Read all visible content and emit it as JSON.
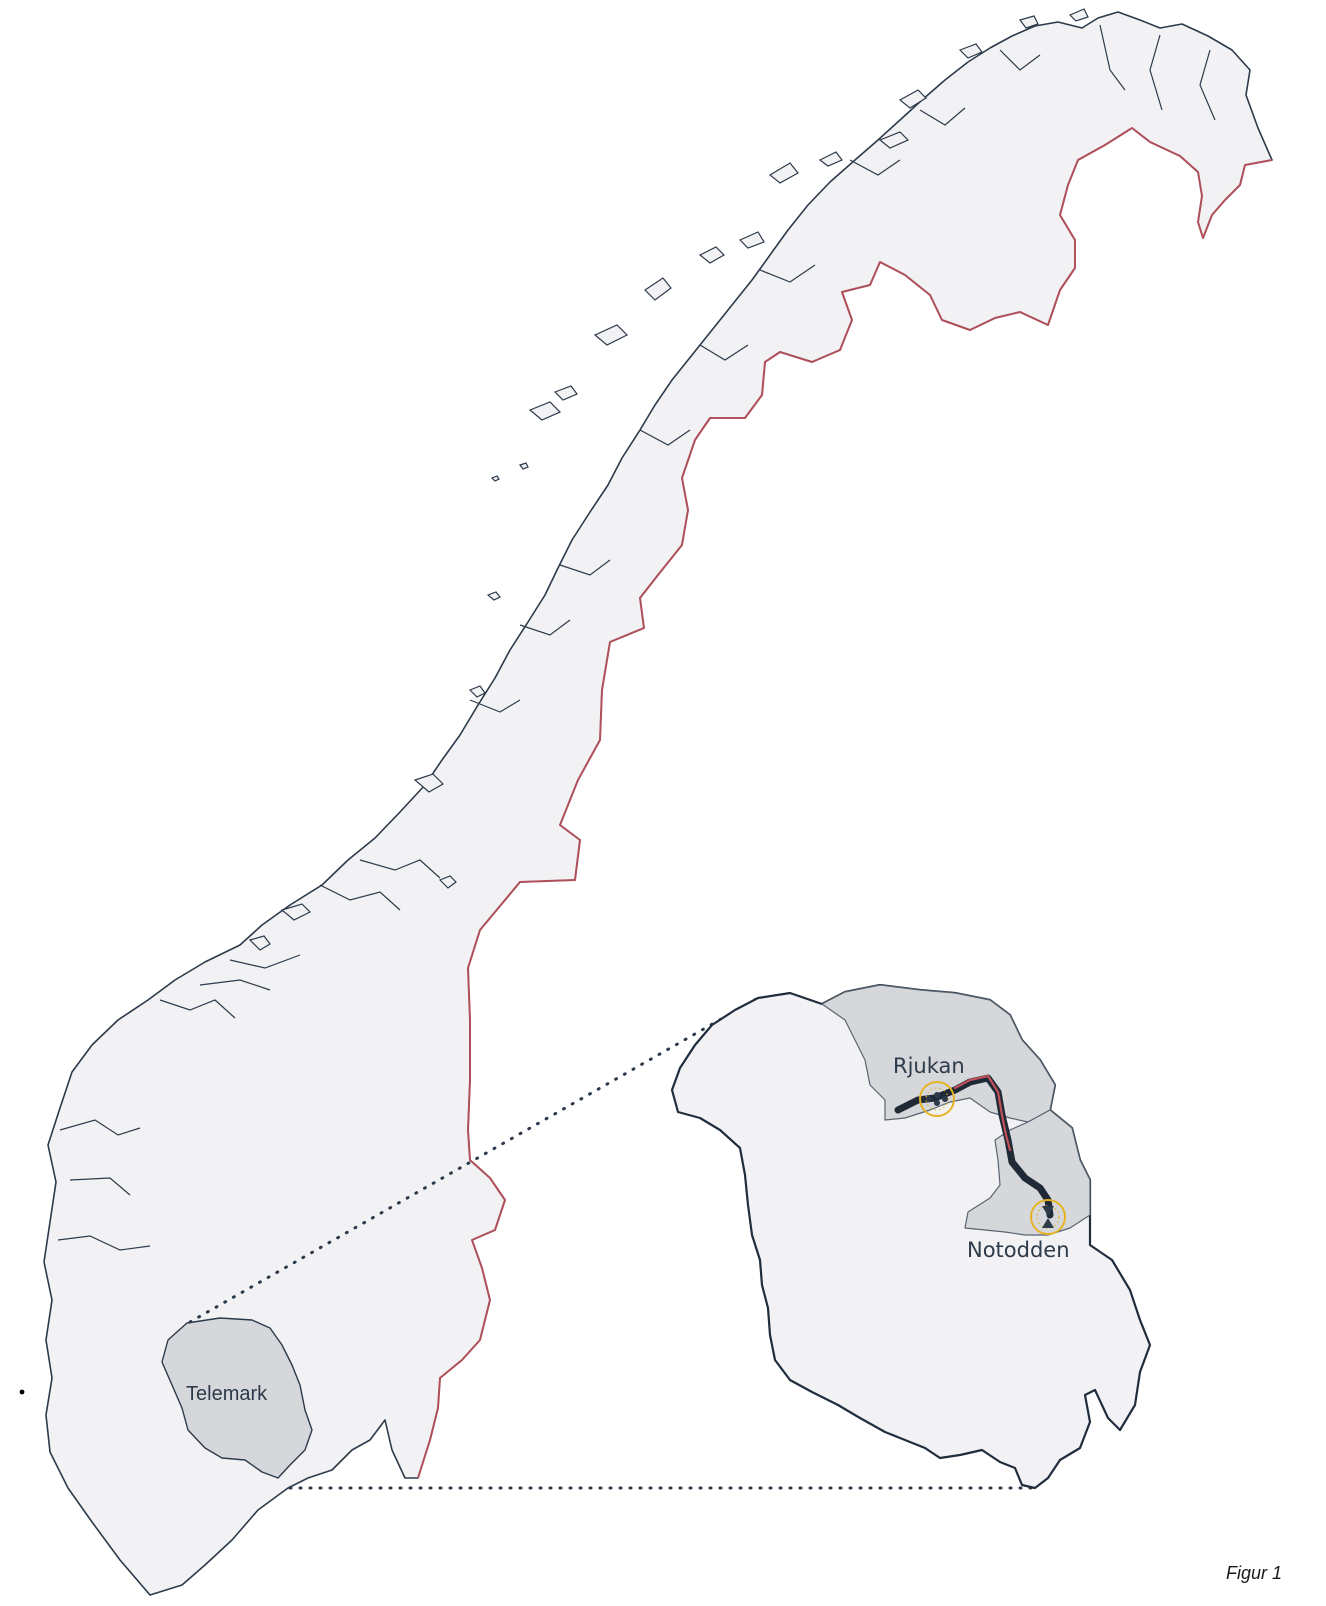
{
  "map": {
    "main_region": "Norway",
    "highlight_region": {
      "label": "Telemark",
      "fill": "#d6d7da"
    },
    "inset": {
      "places": [
        {
          "label": "Rjukan",
          "marker": "factory-icon"
        },
        {
          "label": "Notodden",
          "marker": "hydro-plant-icon"
        }
      ]
    },
    "colors": {
      "land": "#f2f2f4",
      "coastline": "#2c3a4a",
      "national_border": "#b0505a",
      "highlight": "#d6d7da",
      "route": "#1f2a36",
      "route_accent": "#c0505a",
      "site_marker": "#e6b422"
    }
  },
  "caption": "Figur 1"
}
